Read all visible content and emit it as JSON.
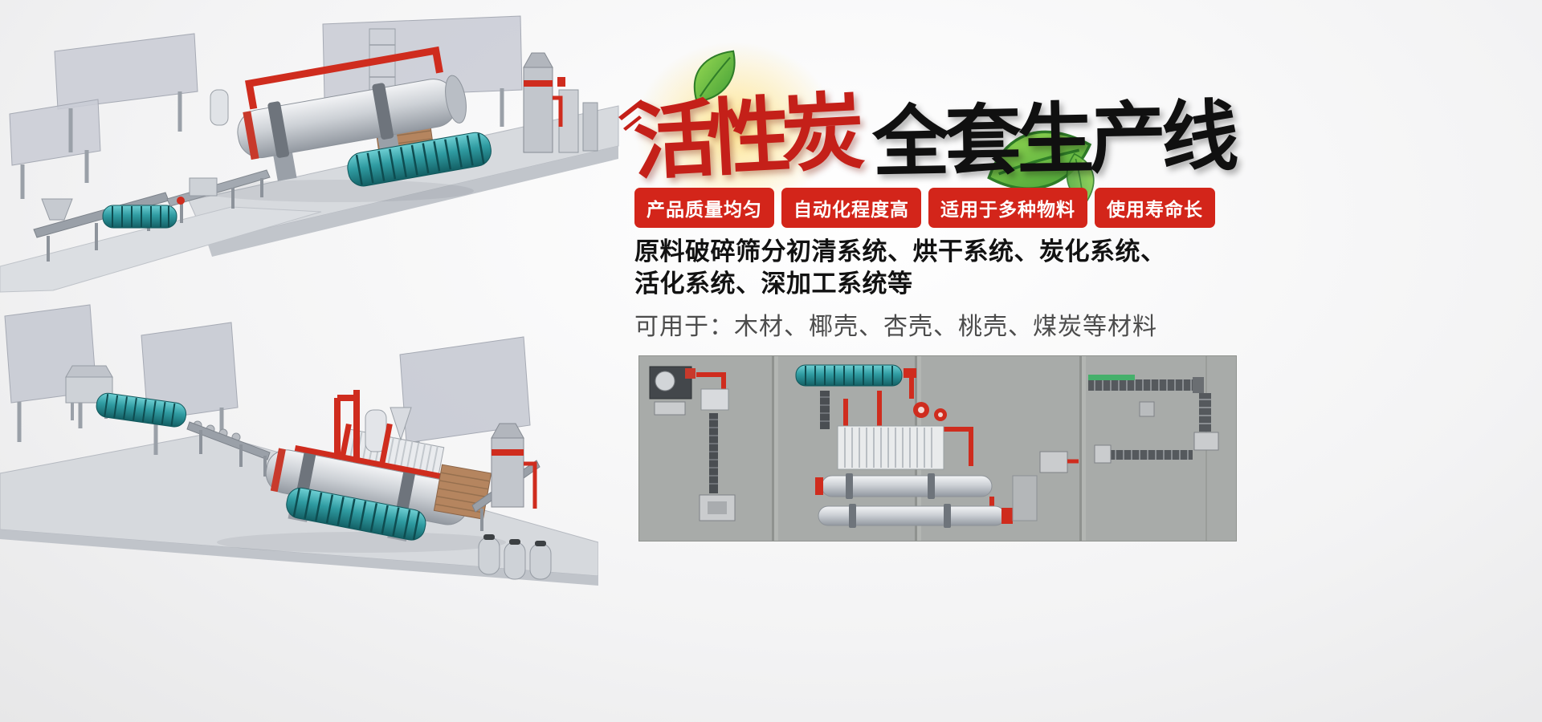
{
  "banner": {
    "title": {
      "red": "活性炭",
      "black": "全套生产线"
    },
    "badges": [
      "产品质量均匀",
      "自动化程度高",
      "适用于多种物料",
      "使用寿命长"
    ],
    "description": {
      "line1": "原料破碎筛分初清系统、烘干系统、炭化系统、",
      "line2": "活化系统、深加工系统等",
      "line3": "可用于：木材、椰壳、杏壳、桃壳、煤炭等材料"
    },
    "colors": {
      "badge_red": "#d3251a",
      "title_red": "#c42019",
      "title_black": "#101010",
      "panel_gray": "#a8aba9",
      "machine_teal": "#2f9ba1",
      "pipe_red": "#cf2c1e"
    },
    "illustrations": {
      "top_left": "isometric-render-production-line-1",
      "bottom_left": "isometric-render-production-line-2",
      "bottom_right": "top-view-render-production-line"
    }
  }
}
